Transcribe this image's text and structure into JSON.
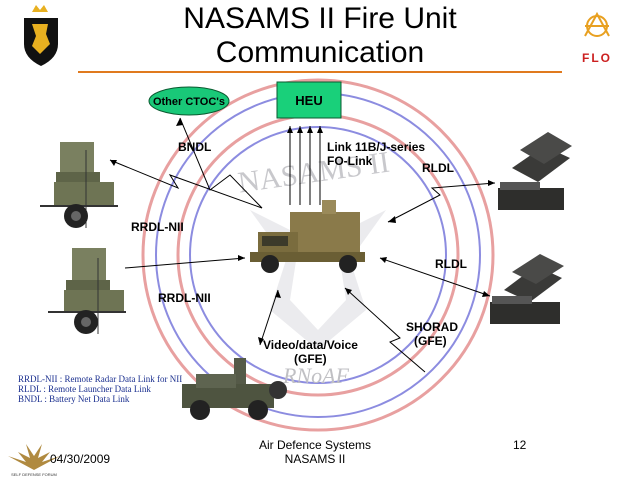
{
  "slide": {
    "title_line1": "NASAMS II Fire Unit",
    "title_line2": "Communication",
    "brand": "FLO",
    "watermark_top": "NASAMS II",
    "watermark_bottom": "RNoAF"
  },
  "nodes": {
    "other_ctocs": "Other CTOC's",
    "heu": "HEU"
  },
  "links": {
    "bndl": "BNDL",
    "link11": "Link 11B/J-series",
    "fo_link": "FO-Link",
    "rldl_top": "RLDL",
    "rldl_bottom": "RLDL",
    "rrdl_top": "RRDL-NII",
    "rrdl_bottom": "RRDL-NII",
    "shorad_line1": "SHORAD",
    "shorad_line2": "(GFE)",
    "video_line1": "Video/data/Voice",
    "video_line2": "(GFE)"
  },
  "legend": [
    "RRDL-NII : Remote Radar Data Link for NII",
    "RLDL      : Remote Launcher Data Link",
    "BNDL      : Battery Net Data Link"
  ],
  "footer": {
    "date": "04/30/2009",
    "center_line1": "Air Defence Systems",
    "center_line2": "NASAMS II",
    "page": "12",
    "logo_text": "SELF DEFENSE FORUM"
  },
  "colors": {
    "orange_rule": "#e07a1e",
    "heu_fill": "#19d07a",
    "ctoc_fill": "#19c878",
    "circle_red": "#e8a0a0",
    "circle_blue": "#8c8ce0",
    "olive": "#6f6a3c",
    "legend_blue": "#1a2f8f"
  }
}
